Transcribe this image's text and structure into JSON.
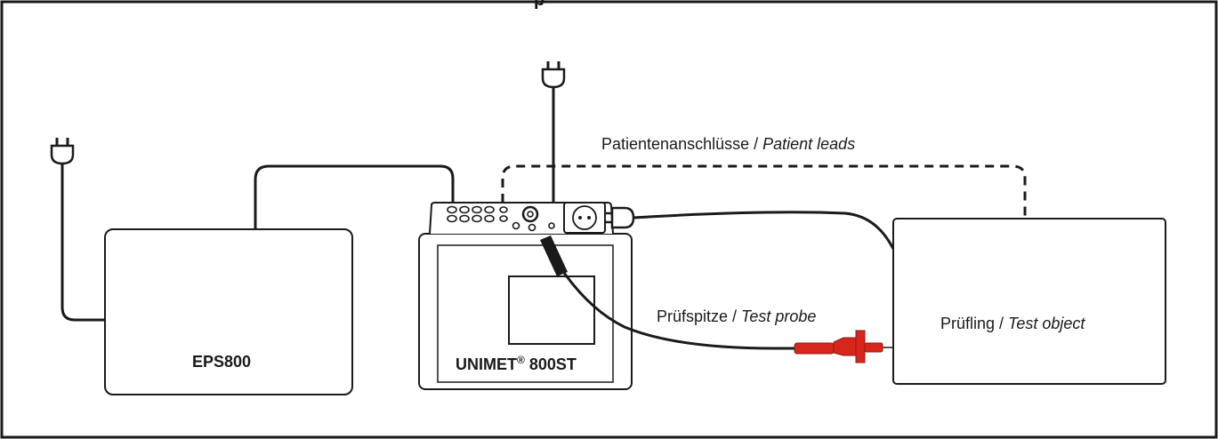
{
  "header": {
    "cut_title": "p"
  },
  "labels": {
    "patient_leads_de": "Patientenanschlüsse / ",
    "patient_leads_en": "Patient leads",
    "test_probe_de": "Prüfspitze / ",
    "test_probe_en": "Test probe",
    "test_object_de": "Prüfling / ",
    "test_object_en": "Test object",
    "eps_name": "EPS800",
    "unimet_name": "UNIMET",
    "unimet_reg": "®",
    "unimet_model": " 800ST"
  },
  "colors": {
    "line": "#1a1a1a",
    "probe_red": "#d9261c",
    "probe_dark": "#8c1a14"
  },
  "icons": [
    "power-plug-icon",
    "power-plug-icon",
    "power-plug-icon",
    "power-plug-icon",
    "socket-icon"
  ]
}
